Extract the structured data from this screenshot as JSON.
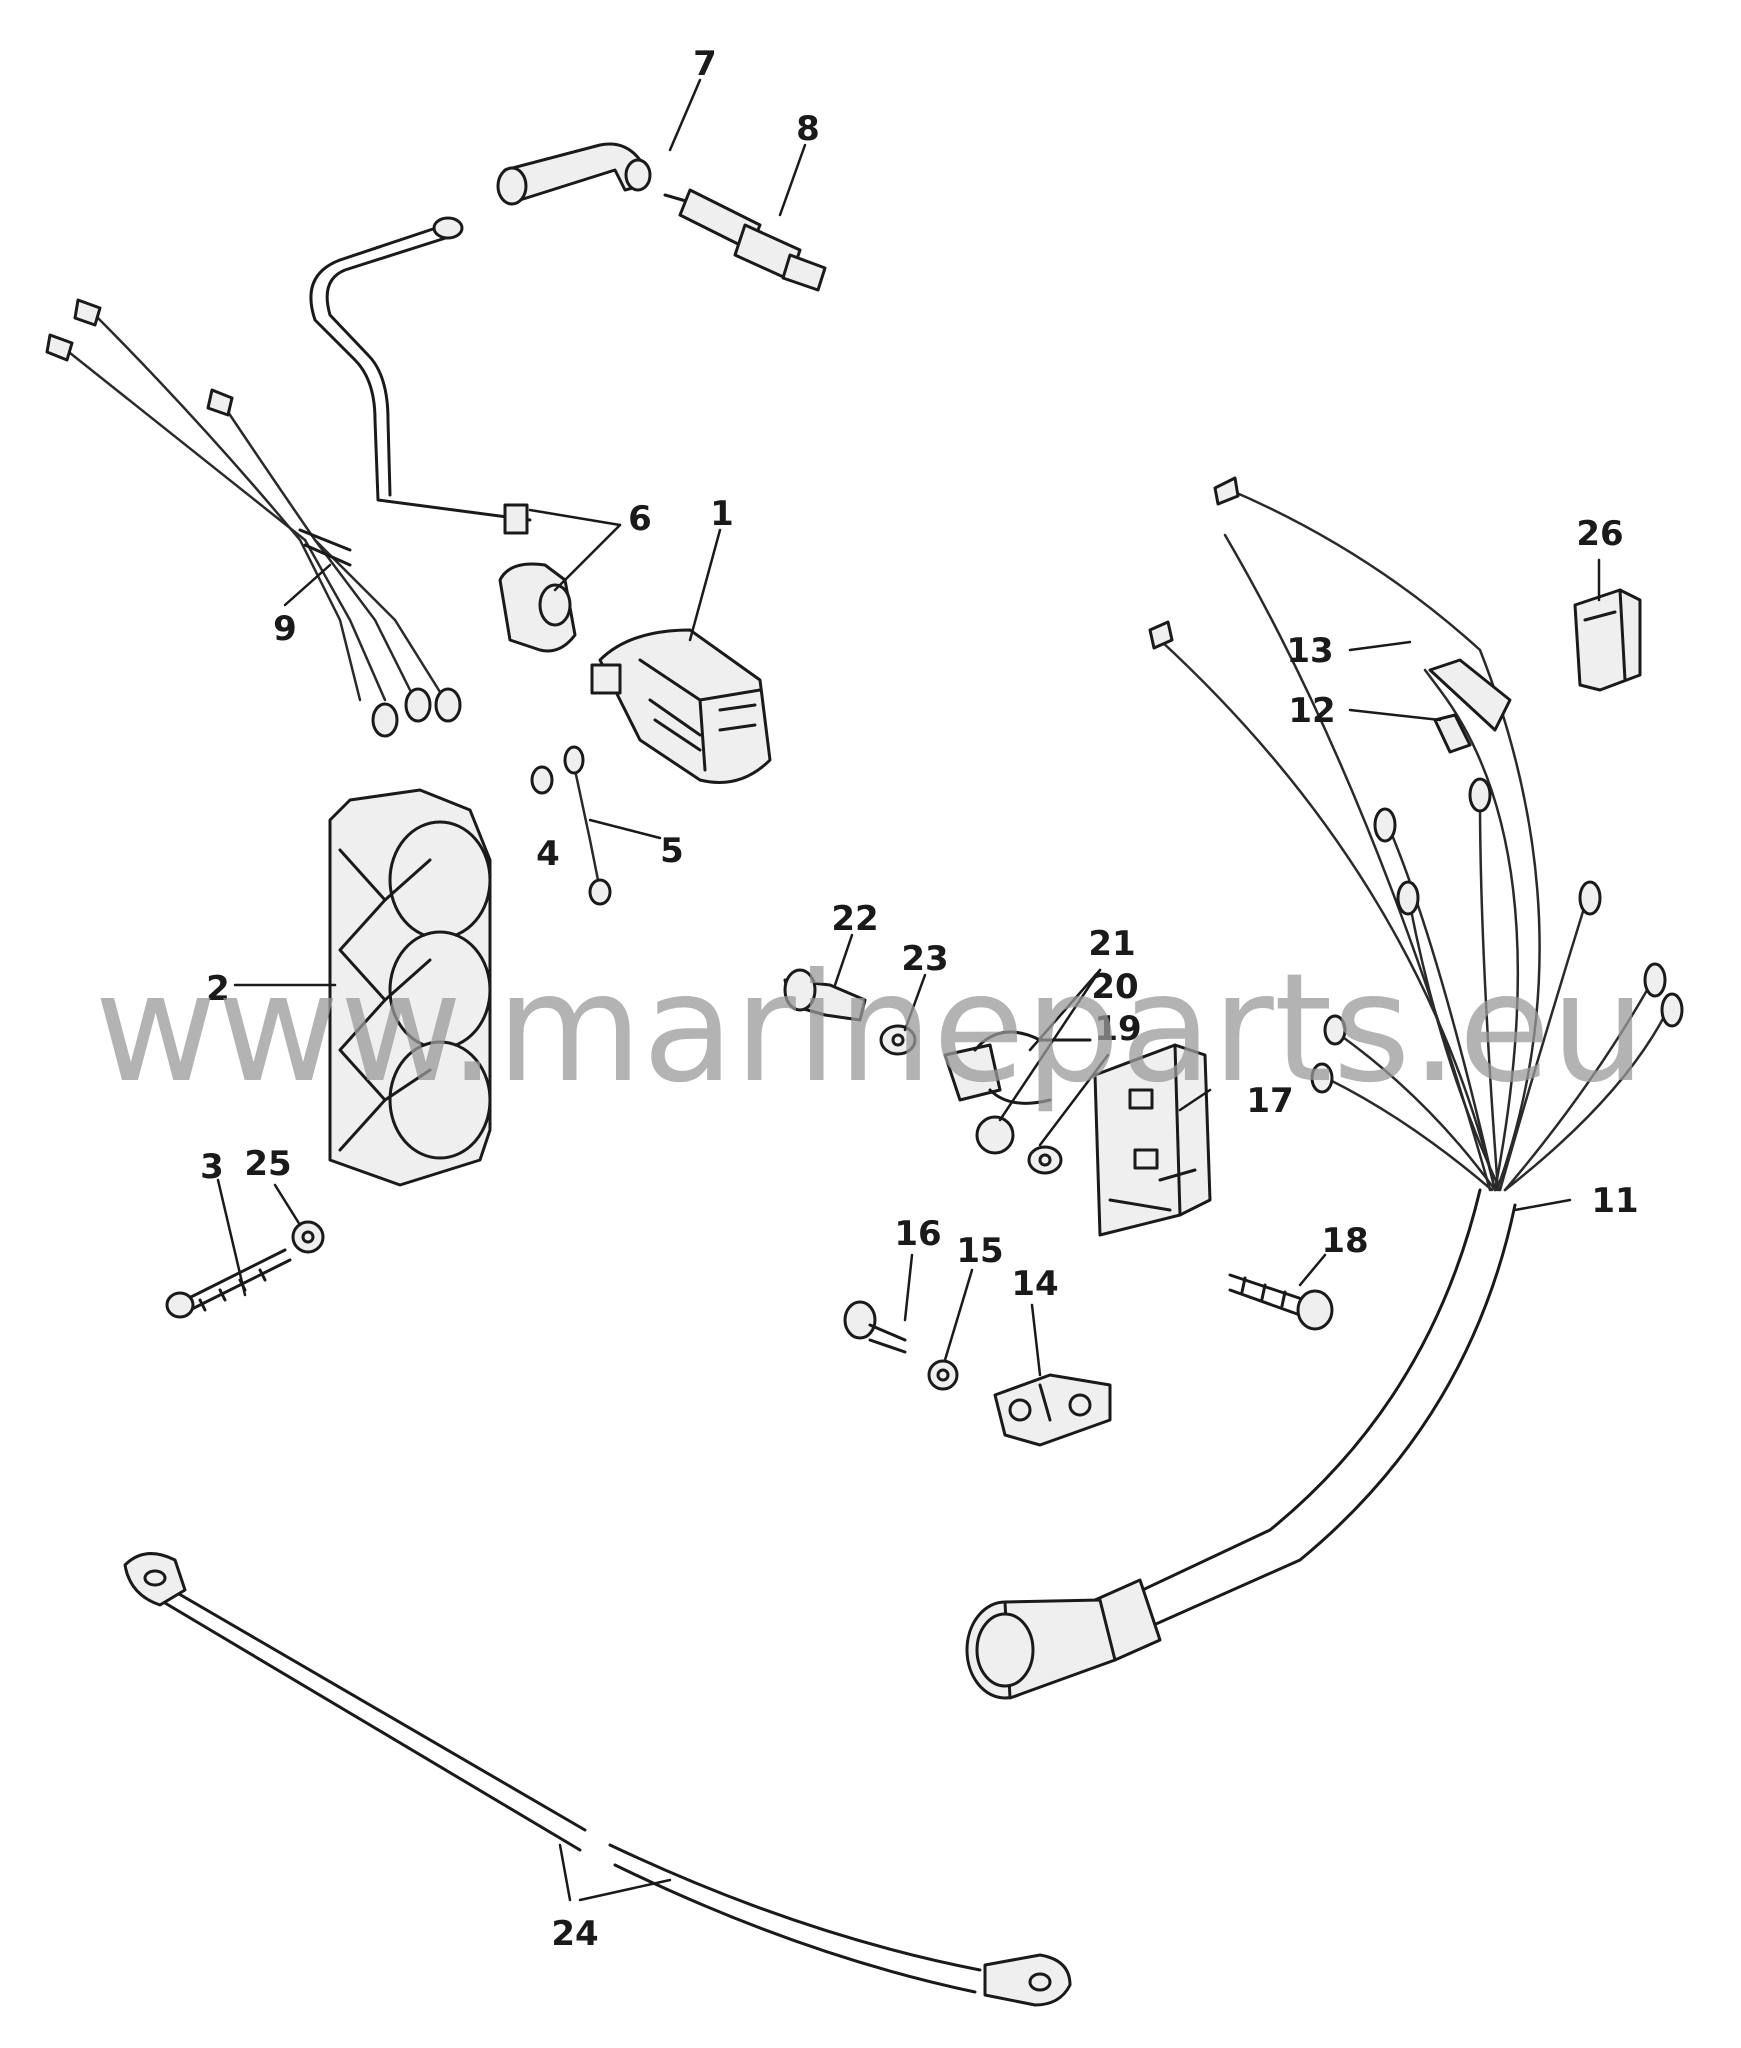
{
  "watermark": "www.marineparts.eu",
  "callouts": {
    "c1": "1",
    "c2": "2",
    "c3": "3",
    "c4": "4",
    "c5": "5",
    "c6": "6",
    "c7": "7",
    "c8": "8",
    "c9": "9",
    "c11": "11",
    "c12": "12",
    "c13": "13",
    "c14": "14",
    "c15": "15",
    "c16": "16",
    "c17": "17",
    "c18": "18",
    "c19": "19",
    "c20": "20",
    "c21": "21",
    "c22": "22",
    "c23": "23",
    "c24": "24",
    "c25": "25",
    "c26": "26"
  }
}
